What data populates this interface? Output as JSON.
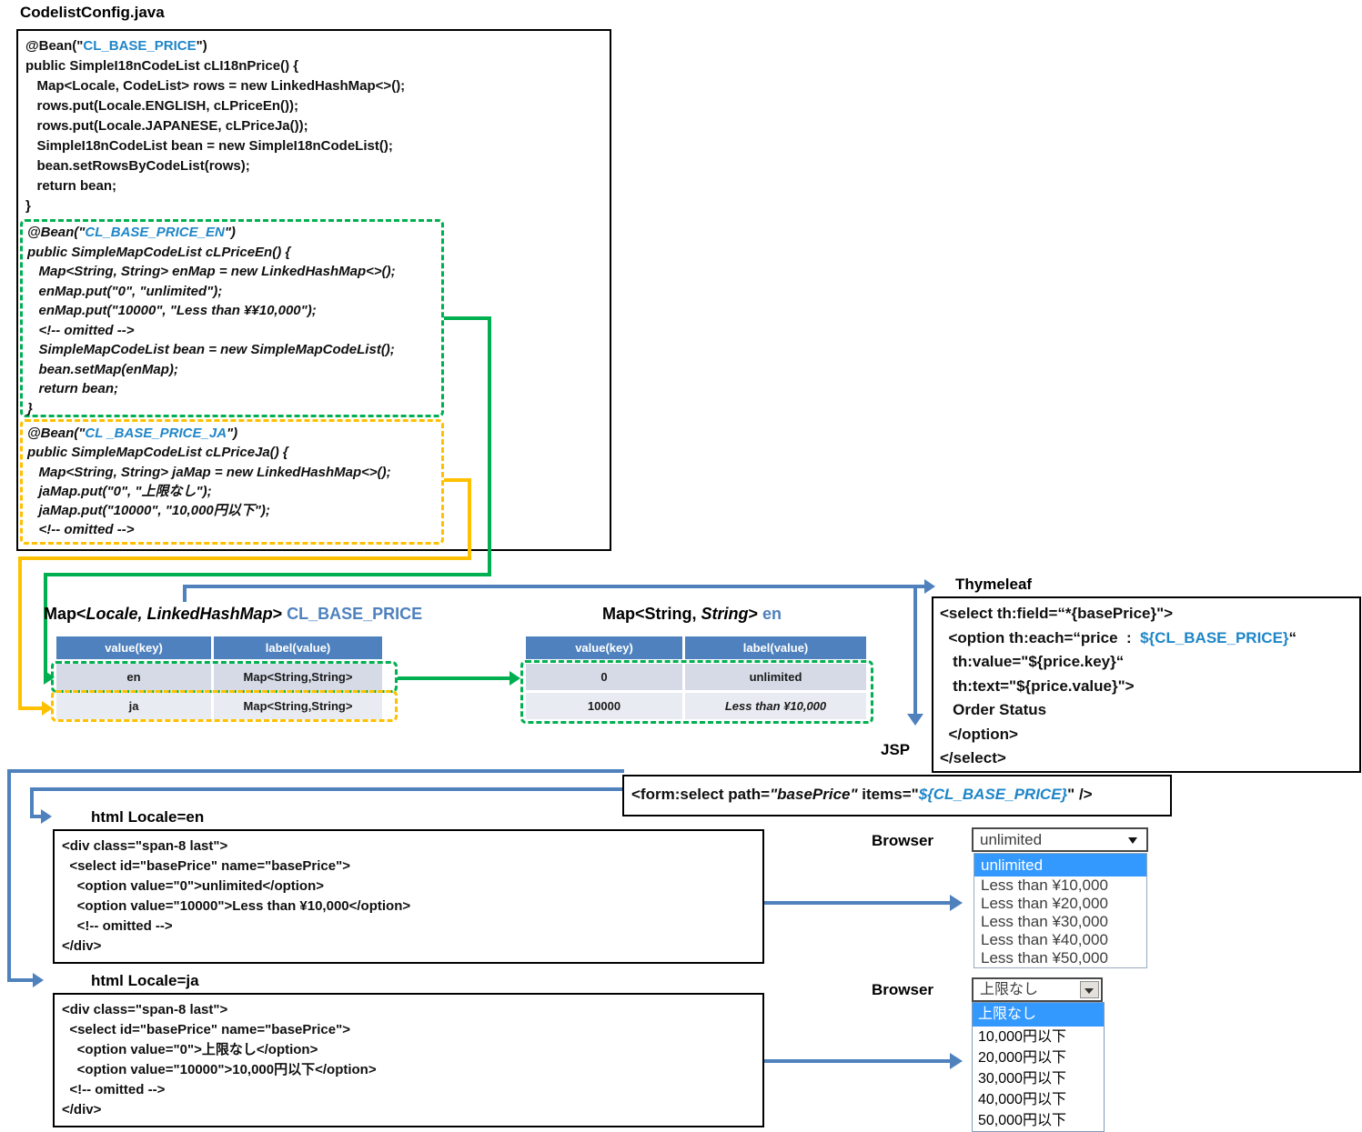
{
  "colors": {
    "code_blue": "#1E86C8",
    "title_blue": "#4E81BD",
    "table_header_blue": "#4E81BD",
    "connector_blue": "#4F81BD",
    "connector_green": "#00B050",
    "connector_yellow": "#FFC000",
    "selected_option_blue": "#3399FF",
    "row_dark": "#D5DAE6",
    "row_light": "#E9EBF2"
  },
  "file_title": "CodelistConfig.java",
  "java": {
    "block1": [
      [
        {
          "t": "@Bean(\""
        },
        {
          "t": "CL_BASE_PRICE",
          "c": "b"
        },
        {
          "t": "\")"
        }
      ],
      [
        {
          "t": "public SimpleI18nCodeList cLI18nPrice() {"
        }
      ],
      [
        {
          "t": "   Map<Locale, CodeList> rows = new LinkedHashMap<>();"
        }
      ],
      [
        {
          "t": "   rows.put(Locale.ENGLISH, cLPriceEn());"
        }
      ],
      [
        {
          "t": "   rows.put(Locale.JAPANESE, cLPriceJa());"
        }
      ],
      [
        {
          "t": "   SimpleI18nCodeList bean = new SimpleI18nCodeList();"
        }
      ],
      [
        {
          "t": "   bean.setRowsByCodeList(rows);"
        }
      ],
      [
        {
          "t": "   return bean;"
        }
      ],
      [
        {
          "t": "}"
        }
      ]
    ],
    "block_en": [
      [
        {
          "t": "@Bean(\""
        },
        {
          "t": "CL_BASE_PRICE_EN",
          "c": "b"
        },
        {
          "t": "\")"
        }
      ],
      [
        {
          "t": "public SimpleMapCodeList cLPriceEn() {"
        }
      ],
      [
        {
          "t": "   Map<String, String> enMap = new LinkedHashMap<>();"
        }
      ],
      [
        {
          "t": "   enMap.put(\"0\", \"unlimited\");"
        }
      ],
      [
        {
          "t": "   enMap.put(\"10000\", \"Less than ¥¥10,000\");"
        }
      ],
      [
        {
          "t": "   <!-- omitted -->"
        }
      ],
      [
        {
          "t": "   SimpleMapCodeList bean = new SimpleMapCodeList();"
        }
      ],
      [
        {
          "t": "   bean.setMap(enMap);"
        }
      ],
      [
        {
          "t": "   return bean;"
        }
      ],
      [
        {
          "t": "}"
        }
      ]
    ],
    "block_ja": [
      [
        {
          "t": "@Bean(\""
        },
        {
          "t": "CL _BASE_PRICE_JA",
          "c": "b"
        },
        {
          "t": "\")"
        }
      ],
      [
        {
          "t": "public SimpleMapCodeList cLPriceJa() {"
        }
      ],
      [
        {
          "t": "   Map<String, String> jaMap = new LinkedHashMap<>();"
        }
      ],
      [
        {
          "t": "   jaMap.put(\"0\", \"上限なし\");"
        }
      ],
      [
        {
          "t": "   jaMap.put(\"10000\", \"10,000円以下\");"
        }
      ],
      [
        {
          "t": "   <!-- omitted -->"
        }
      ]
    ]
  },
  "left_table": {
    "title": {
      "pre": "Map<",
      "italic": "Locale, LinkedHashMap",
      "post": "> ",
      "name": "CL_BASE_PRICE"
    },
    "headers": [
      "value(key)",
      "label(value)"
    ],
    "rows": [
      [
        "en",
        "Map<String,String>"
      ],
      [
        "ja",
        "Map<String,String>"
      ]
    ]
  },
  "right_table": {
    "title": {
      "pre": "Map<String, ",
      "italic": "String",
      "post": "> ",
      "name": "en"
    },
    "headers": [
      "value(key)",
      "label(value)"
    ],
    "rows": [
      [
        "0",
        "unlimited"
      ],
      [
        "10000",
        "Less than ¥10,000"
      ]
    ]
  },
  "thymeleaf": {
    "label": "Thymeleaf",
    "code": [
      [
        {
          "t": "<select th:field=“*{basePrice}\">"
        }
      ],
      [
        {
          "t": "  <option th:each=“price  :  "
        },
        {
          "t": "${CL_BASE_PRICE}",
          "c": "b"
        },
        {
          "t": "“"
        }
      ],
      [
        {
          "t": "   th:value=\"${price.key}“"
        }
      ],
      [
        {
          "t": "   th:text=\"${price.value}\">"
        }
      ],
      [
        {
          "t": "   Order Status"
        }
      ],
      [
        {
          "t": "  </option>"
        }
      ],
      [
        {
          "t": "</select>"
        }
      ]
    ]
  },
  "jsp": {
    "label": "JSP",
    "code": [
      [
        {
          "t": "<form:select path="
        },
        {
          "t": "\"basePrice\"",
          "c": "i"
        },
        {
          "t": " items=\""
        },
        {
          "t": "${CL_BASE_PRICE}",
          "c": "bi"
        },
        {
          "t": "\" />"
        }
      ]
    ]
  },
  "html_en": {
    "label": "html Locale=en",
    "code": [
      [
        {
          "t": "<div class=\"span-8 last\">"
        }
      ],
      [
        {
          "t": "  <select id=\"basePrice\" name=\"basePrice\">"
        }
      ],
      [
        {
          "t": "    <option value=\"0\">unlimited</option>"
        }
      ],
      [
        {
          "t": "    <option value=\"10000\">Less than ¥10,000</option>"
        }
      ],
      [
        {
          "t": "    <!-- omitted -->"
        }
      ],
      [
        {
          "t": "</div>"
        }
      ]
    ]
  },
  "html_ja": {
    "label": "html Locale=ja",
    "code": [
      [
        {
          "t": "<div class=\"span-8 last\">"
        }
      ],
      [
        {
          "t": "  <select id=\"basePrice\" name=\"basePrice\">"
        }
      ],
      [
        {
          "t": "    <option value=\"0\">上限なし</option>"
        }
      ],
      [
        {
          "t": "    <option value=\"10000\">10,000円以下</option>"
        }
      ],
      [
        {
          "t": "  <!-- omitted -->"
        }
      ],
      [
        {
          "t": "</div>"
        }
      ]
    ]
  },
  "browser_en": {
    "label": "Browser",
    "selected": "unlimited",
    "options": [
      "unlimited",
      "Less than ¥10,000",
      "Less than ¥20,000",
      "Less than ¥30,000",
      "Less than ¥40,000",
      "Less than ¥50,000"
    ]
  },
  "browser_ja": {
    "label": "Browser",
    "selected": "上限なし",
    "options": [
      "上限なし",
      "10,000円以下",
      "20,000円以下",
      "30,000円以下",
      "40,000円以下",
      "50,000円以下"
    ]
  }
}
